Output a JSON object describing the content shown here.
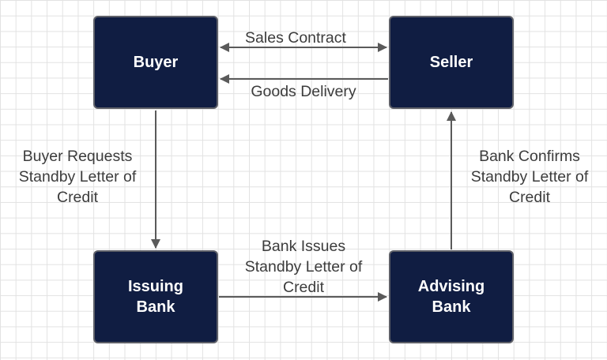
{
  "diagram": {
    "nodes": {
      "buyer": "Buyer",
      "seller": "Seller",
      "issuing_bank": "Issuing\nBank",
      "advising_bank": "Advising\nBank"
    },
    "edges": {
      "sales_contract": "Sales Contract",
      "goods_delivery": "Goods Delivery",
      "buyer_requests": "Buyer Requests\nStandby Letter of\nCredit",
      "bank_issues": "Bank Issues\nStandby Letter of\nCredit",
      "bank_confirms": "Bank Confirms\nStandby Letter of\nCredit"
    }
  },
  "colors": {
    "node_fill": "#101d42",
    "node_border": "#5e6068",
    "node_text": "#ffffff",
    "edge_line": "#5a5a5a",
    "edge_text": "#3c3c3c",
    "grid": "#e2e2e2"
  }
}
